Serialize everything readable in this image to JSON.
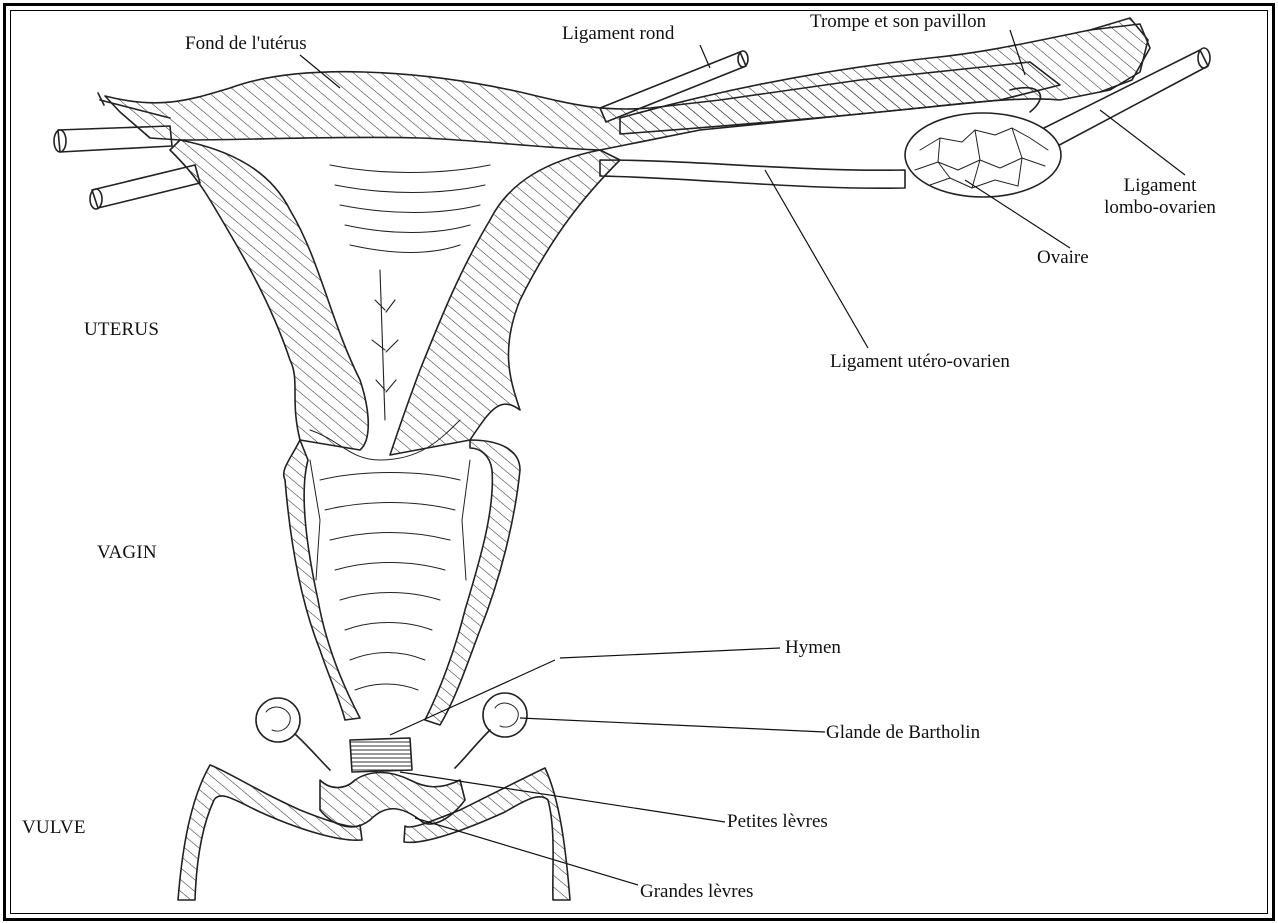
{
  "labels": {
    "fond_uterus": "Fond de l'utérus",
    "ligament_rond": "Ligament rond",
    "trompe": "Trompe et son pavillon",
    "ligament_lombo_1": "Ligament",
    "ligament_lombo_2": "lombo-ovarien",
    "ovaire": "Ovaire",
    "ligament_utero_ovarien": "Ligament utéro-ovarien",
    "hymen": "Hymen",
    "glande_bartholin": "Glande de Bartholin",
    "petites_levres": "Petites lèvres",
    "grandes_levres": "Grandes lèvres"
  },
  "sections": {
    "uterus": "UTERUS",
    "vagin": "VAGIN",
    "vulve": "VULVE"
  }
}
